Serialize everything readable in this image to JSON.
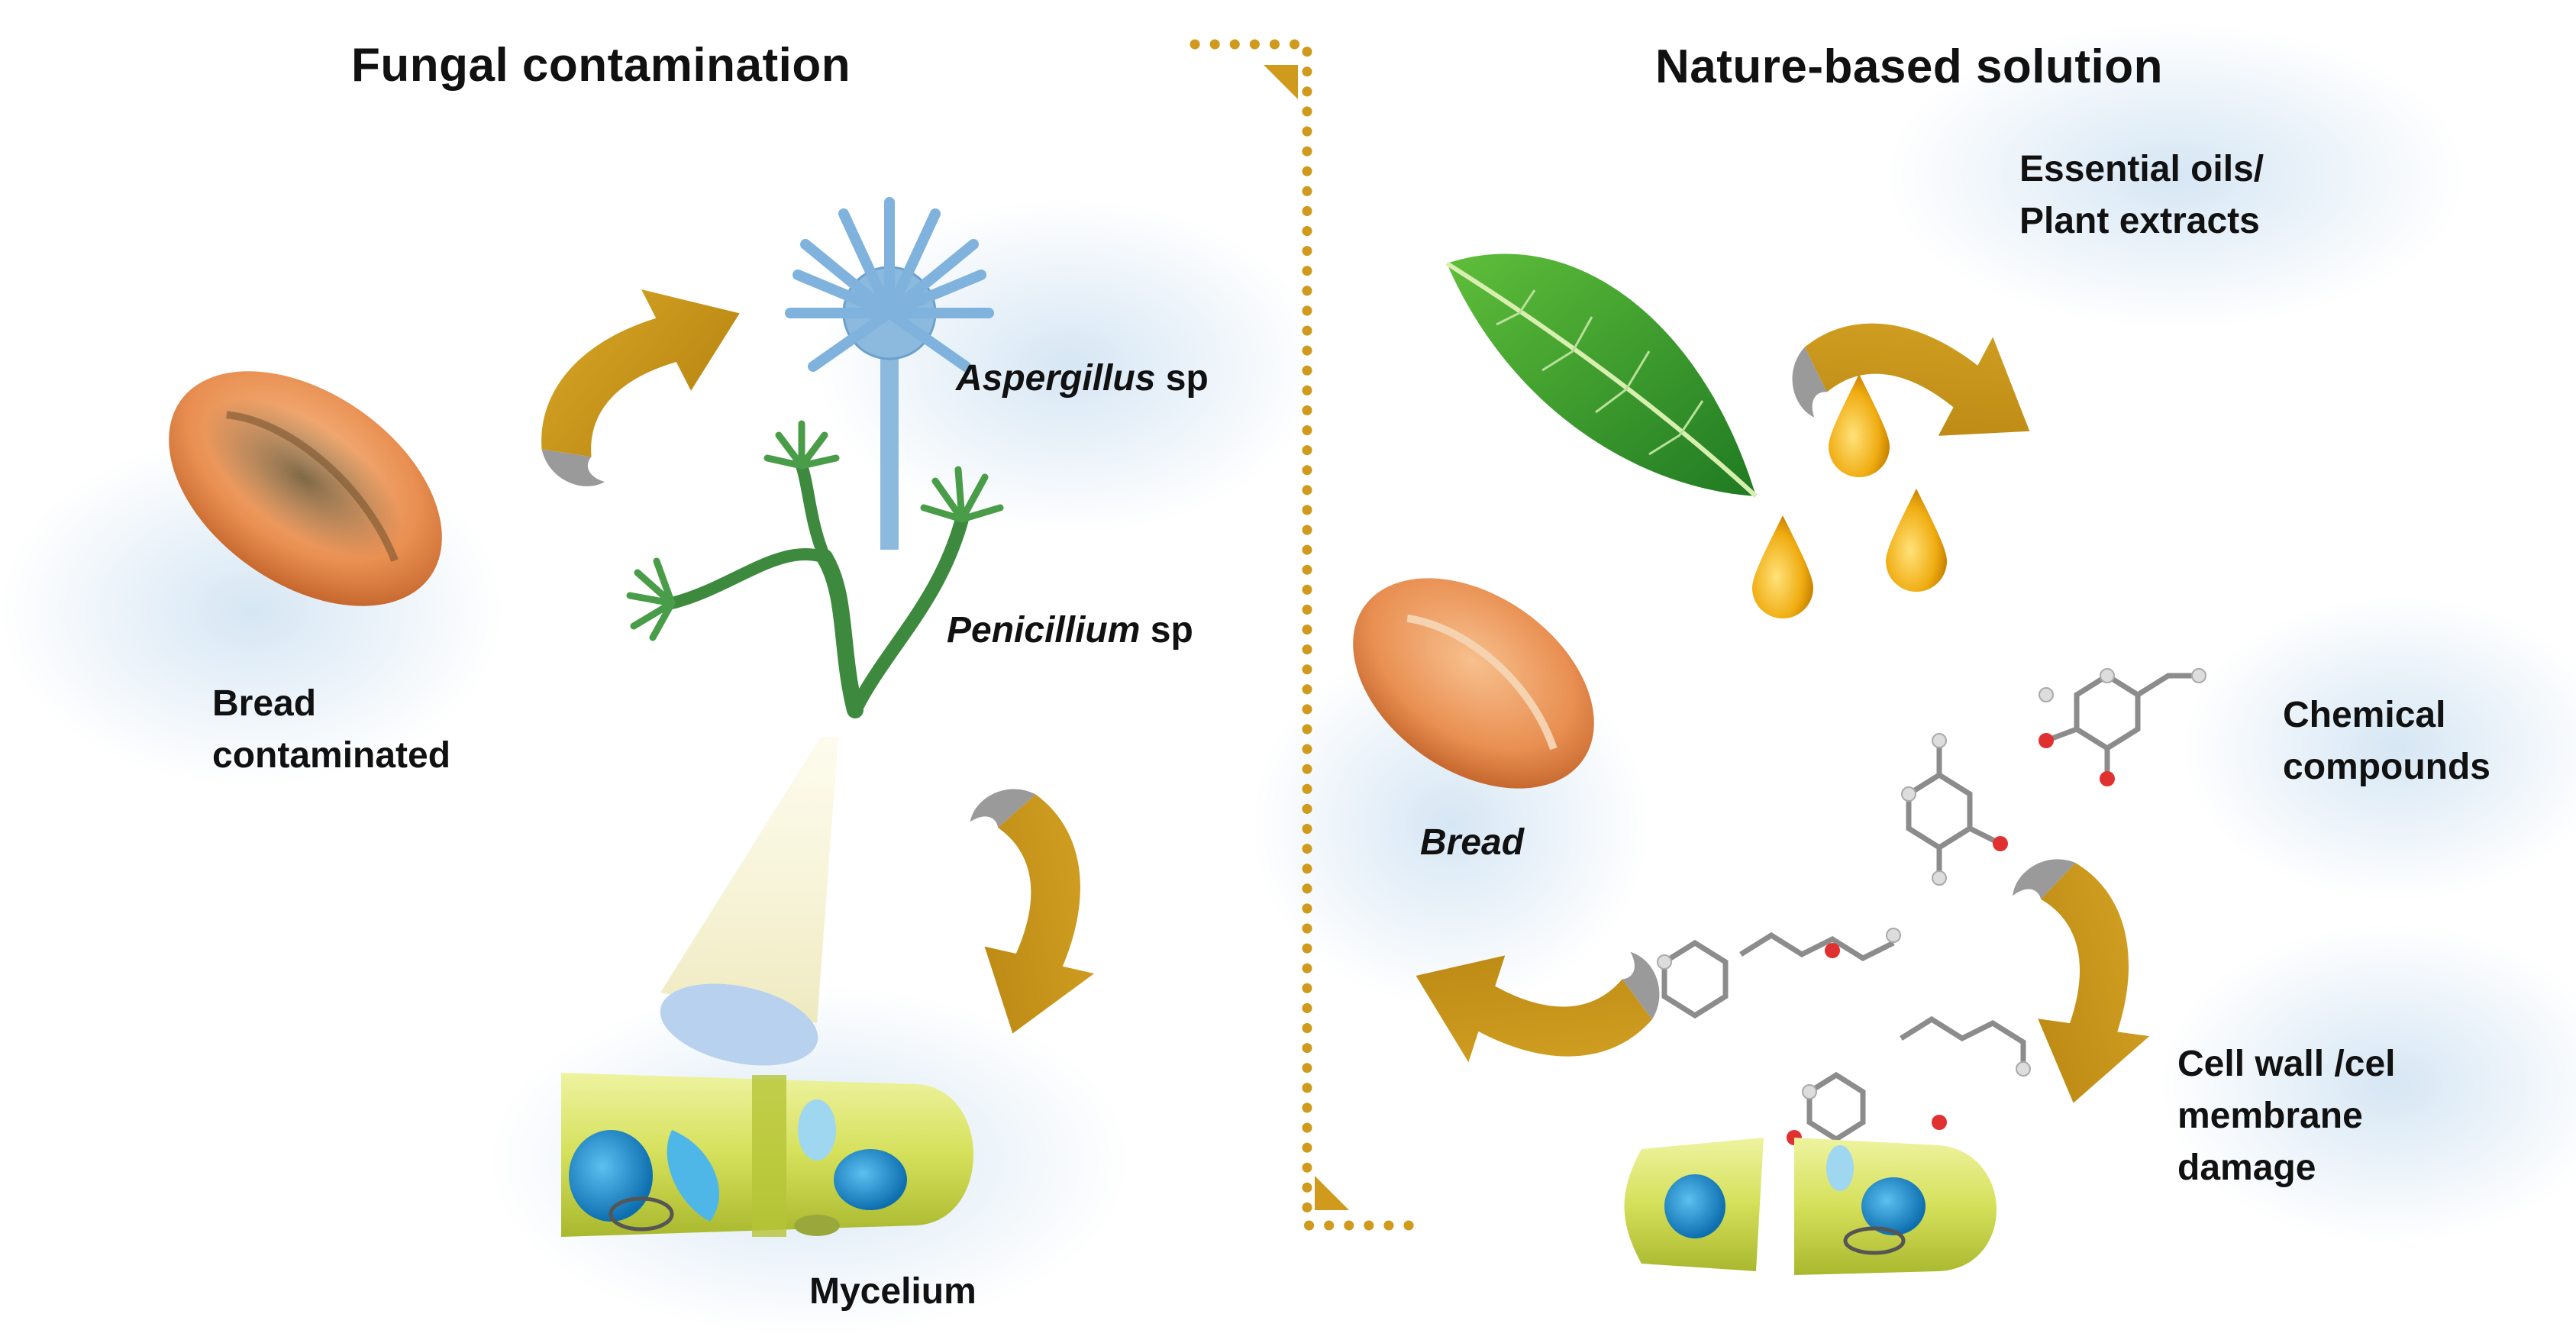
{
  "left_panel": {
    "title": "Fungal contamination",
    "bread_label": [
      "Bread",
      "contaminated"
    ],
    "aspergillus_label": {
      "genus": "Aspergillus",
      "suffix": " sp"
    },
    "penicillium_label": {
      "genus": "Penicillium",
      "suffix": " sp"
    },
    "mycelium_label": "Mycelium"
  },
  "right_panel": {
    "title": "Nature-based solution",
    "oils_label": [
      "Essential oils/",
      "Plant extracts"
    ],
    "chemical_label": [
      "Chemical",
      "compounds"
    ],
    "damage_label": [
      "Cell wall /cel",
      "membrane",
      "damage"
    ],
    "bread_label": "Bread"
  },
  "colors": {
    "arrow": "#c8961a",
    "arrow_shadow": "#8a8a8a",
    "divider": "#d09a1c",
    "glow": "#d6e6f3",
    "bread": "#e8935a",
    "leaf": "#3f9a2e",
    "oil": "#f0b21a",
    "cell": "#d7e25a",
    "aspergillus": "#8cbadf",
    "penicillium": "#3d8a3e"
  },
  "icons": [
    "bread-contaminated-icon",
    "aspergillus-icon",
    "penicillium-icon",
    "microscope-light-cone-icon",
    "mycelium-cell-icon",
    "leaf-icon",
    "oil-drop-icon",
    "bread-icon",
    "molecule-icon",
    "damaged-cell-icon",
    "curved-arrow-icon"
  ]
}
